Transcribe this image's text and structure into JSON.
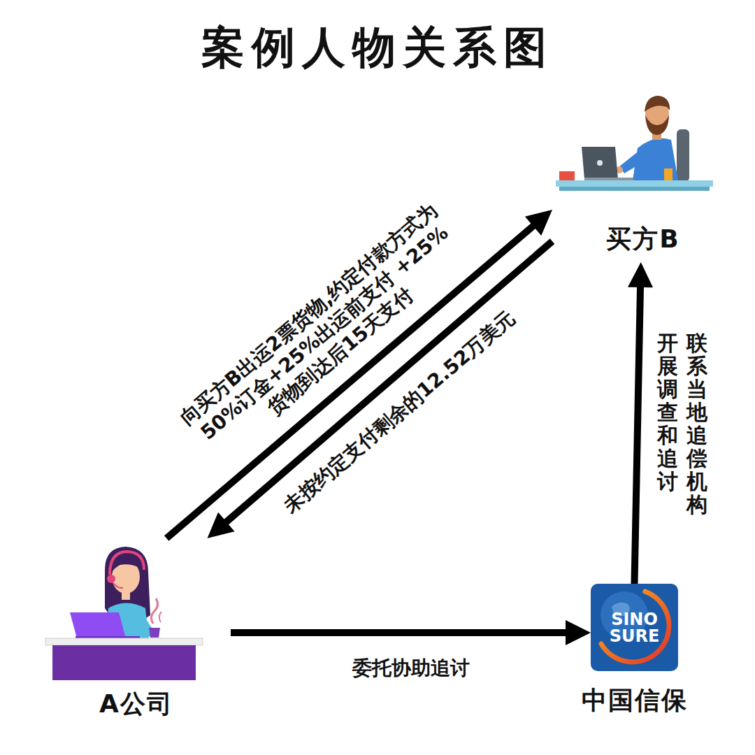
{
  "diagram": {
    "title": "案例人物关系图",
    "nodes": [
      {
        "text": [
          "买方B"
        ]
      },
      {
        "text": [
          "A公司"
        ]
      },
      {
        "text": [
          "SINO SURE",
          "中国信保"
        ]
      }
    ],
    "edges": [
      {
        "from": 1,
        "to": 0,
        "arrow": "to",
        "label": "向买方B出运2票货物,约定付款方式为 50%订金+25%出运前支付 +25%货物到达后15天支付"
      },
      {
        "from": 0,
        "to": 1,
        "arrow": "to",
        "label": "未按约定支付剩余的12.52万美元"
      },
      {
        "from": 1,
        "to": 2,
        "arrow": "to",
        "label": "委托协助追讨"
      },
      {
        "from": 2,
        "to": 0,
        "arrow": "to",
        "label": "联系当地追偿机构 开展调查和追讨"
      }
    ]
  }
}
